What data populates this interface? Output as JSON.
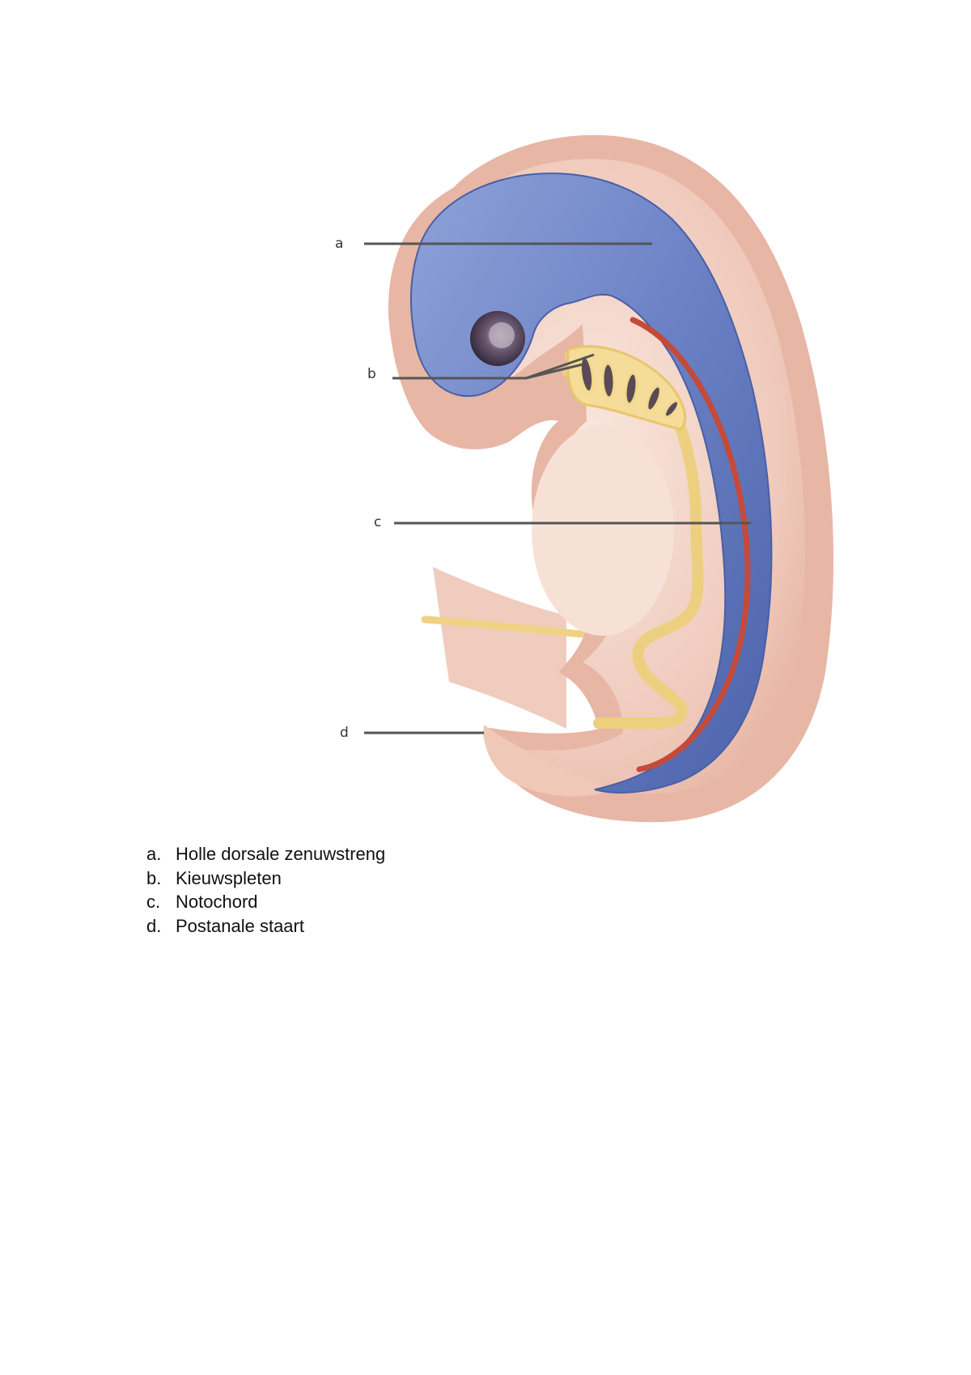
{
  "diagram": {
    "callouts": [
      {
        "letter": "a"
      },
      {
        "letter": "b"
      },
      {
        "letter": "c"
      },
      {
        "letter": "d"
      }
    ]
  },
  "legend": [
    {
      "marker": "a.",
      "text": "Holle dorsale zenuwstreng"
    },
    {
      "marker": "b.",
      "text": "Kieuwspleten"
    },
    {
      "marker": "c.",
      "text": "Notochord"
    },
    {
      "marker": "d.",
      "text": "Postanale staart"
    }
  ],
  "colors": {
    "skin": "#e6b5a4",
    "body": "#f2d4c8",
    "nerve_cord": "#5f74b8",
    "notochord": "#c84a3a",
    "gut": "#f1d58a",
    "eye": "#4a3a52",
    "leader_line": "#555555"
  }
}
